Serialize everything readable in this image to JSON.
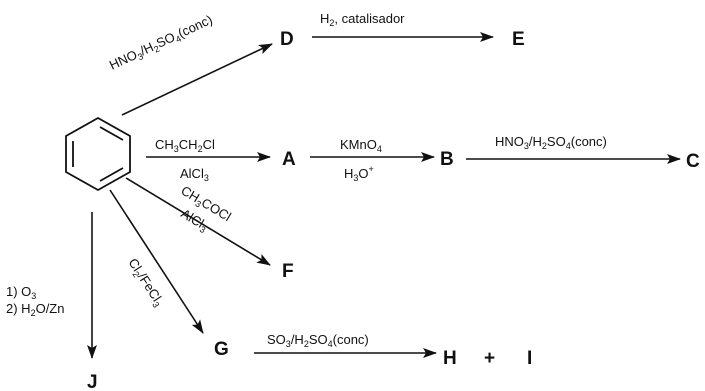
{
  "nodes": {
    "A": "A",
    "B": "B",
    "C": "C",
    "D": "D",
    "E": "E",
    "F": "F",
    "G": "G",
    "H": "H",
    "plus": "+",
    "I": "I",
    "J": "J"
  },
  "reagents": {
    "to_D": {
      "parts": [
        "HNO",
        "3",
        "/H",
        "2",
        "SO",
        "4",
        "(conc)"
      ]
    },
    "D_to_E": {
      "parts": [
        "H",
        "2",
        ",  catalisador"
      ]
    },
    "to_A_top": {
      "parts": [
        "CH",
        "3",
        "CH",
        "2",
        "Cl"
      ]
    },
    "to_A_bottom": {
      "parts": [
        "AlCl",
        "3"
      ]
    },
    "A_to_B_top": {
      "parts": [
        "KMnO",
        "4"
      ]
    },
    "A_to_B_bottom": {
      "parts": [
        "H",
        "3",
        "O",
        "+"
      ]
    },
    "B_to_C": {
      "parts": [
        "HNO",
        "3",
        "/H",
        "2",
        "SO",
        "4",
        "(conc)"
      ]
    },
    "to_F_top": {
      "parts": [
        "CH",
        "3",
        "COCl"
      ]
    },
    "to_F_bottom": {
      "parts": [
        "AlCl",
        "3"
      ]
    },
    "to_G": {
      "parts": [
        "Cl",
        "2",
        "/FeCl",
        "3"
      ]
    },
    "G_to_H_I": {
      "parts": [
        "SO",
        "3",
        "/H",
        "2",
        "SO",
        "4",
        "(conc)"
      ]
    },
    "to_J_line1": {
      "parts": [
        "1) O",
        "3"
      ]
    },
    "to_J_line2": {
      "parts": [
        "2) H",
        "2",
        "O/Zn"
      ]
    }
  },
  "colors": {
    "ink": "#111111",
    "background": "#ffffff"
  }
}
